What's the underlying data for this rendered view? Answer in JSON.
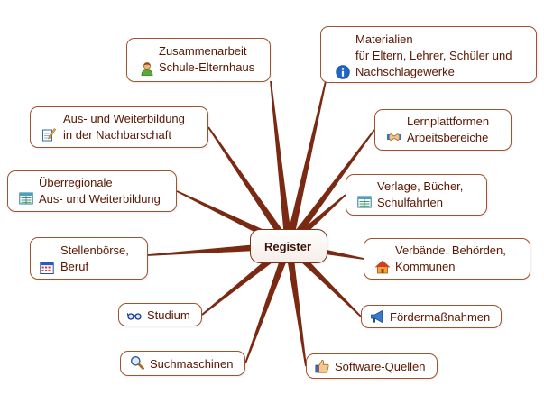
{
  "colors": {
    "branch": "#7a2a12",
    "border": "#a0522d",
    "text": "#5a1500"
  },
  "center": {
    "label": "Register"
  },
  "branches": {
    "zusammenarbeit": {
      "line1": "Zusammenarbeit",
      "line2": "Schule-Elternhaus",
      "icon": "person-icon"
    },
    "ausbildung_nachbarschaft": {
      "line1": "Aus- und Weiterbildung",
      "line2": "in der Nachbarschaft",
      "icon": "edit-note-icon"
    },
    "ueberregional": {
      "line1": "Überregionale",
      "line2": "Aus- und Weiterbildung",
      "icon": "table-icon"
    },
    "stellenboerse": {
      "line1": "Stellenbörse,",
      "line2": "Beruf",
      "icon": "calendar-icon"
    },
    "studium": {
      "line1": "Studium",
      "icon": "glasses-icon"
    },
    "suchmaschinen": {
      "line1": "Suchmaschinen",
      "icon": "magnifier-icon"
    },
    "materialien": {
      "line1": "Materialien",
      "line2": "für Eltern, Lehrer, Schüler und",
      "line3": "Nachschlagewerke",
      "icon": "info-icon"
    },
    "lernplattformen": {
      "line1": "Lernplattformen",
      "line2": "Arbeitsbereiche",
      "icon": "handshake-icon"
    },
    "verlage": {
      "line1": "Verlage, Bücher,",
      "line2": "Schulfahrten",
      "icon": "table-icon"
    },
    "verbaende": {
      "line1": "Verbände, Behörden,",
      "line2": "Kommunen",
      "icon": "house-icon"
    },
    "foerdermassnahmen": {
      "line1": "Fördermaßnahmen",
      "icon": "megaphone-icon"
    },
    "software": {
      "line1": "Software-Quellen",
      "icon": "thumbs-up-icon"
    }
  }
}
